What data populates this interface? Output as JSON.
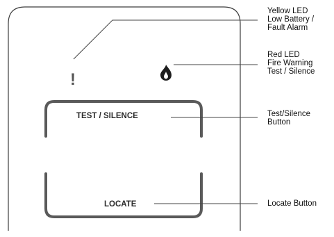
{
  "device": {
    "yellow_led_symbol": "!",
    "red_led_icon": "flame-icon",
    "test_silence_label": "TEST / SILENCE",
    "locate_label": "LOCATE"
  },
  "callouts": {
    "yellow_led": [
      "Yellow LED",
      "Low Battery /",
      "Fault Alarm"
    ],
    "red_led": [
      "Red LED",
      "Fire Warning",
      "Test / Silence"
    ],
    "test_silence_button": [
      "Test/Silence",
      "Button"
    ],
    "locate_button": [
      "Locate Button"
    ]
  },
  "colors": {
    "outline": "#3c3c3c",
    "leader": "#444444",
    "led_symbol": "#555555"
  }
}
